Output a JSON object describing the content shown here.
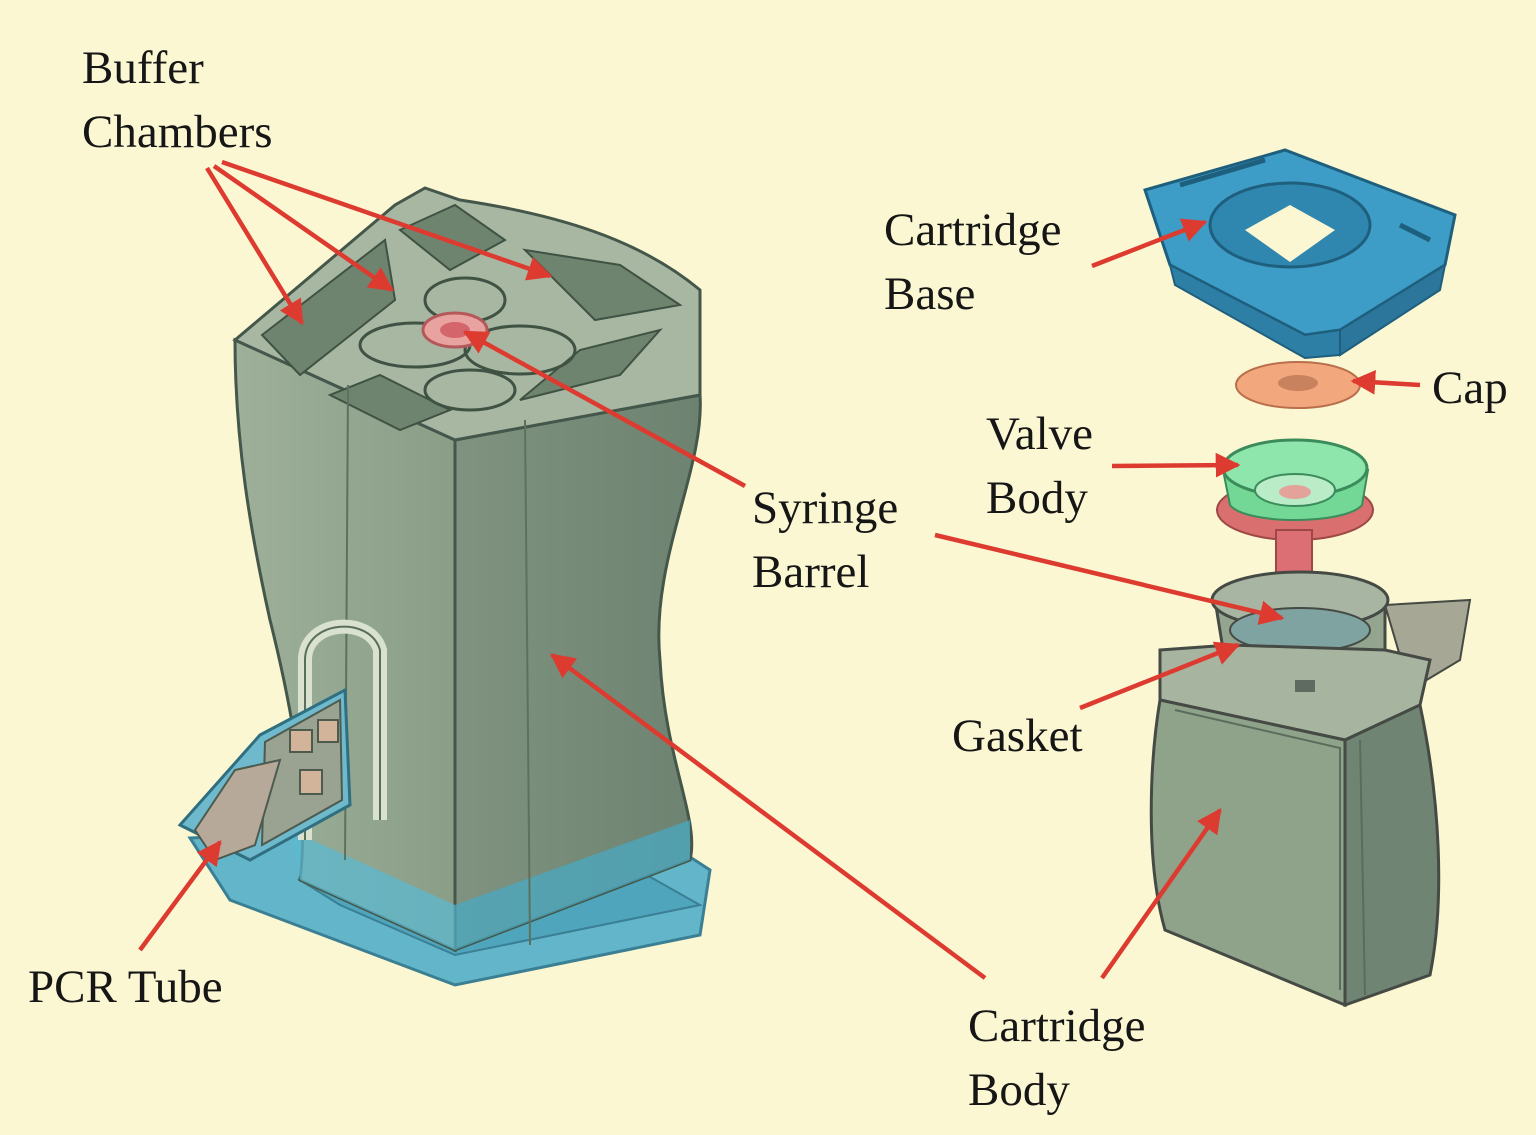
{
  "figure": {
    "background": "#fbf7d2",
    "arrow_color": "#dd3b30",
    "part_colors": {
      "body": "#8ea28a",
      "base_blue": "#5db7cc",
      "cartridge_base": "#3d9bc4",
      "cap": "#f2a77c",
      "valve_body": "#82e0a4",
      "syringe": "#dc6f73"
    }
  },
  "labels": {
    "buffer_chambers": [
      "Buffer",
      "Chambers"
    ],
    "syringe_barrel": [
      "Syringe",
      "Barrel"
    ],
    "pcr_tube": [
      "PCR Tube"
    ],
    "cartridge_base": [
      "Cartridge",
      "Base"
    ],
    "cap": [
      "Cap"
    ],
    "valve_body": [
      "Valve",
      "Body"
    ],
    "gasket": [
      "Gasket"
    ],
    "cartridge_body": [
      "Cartridge",
      "Body"
    ]
  }
}
